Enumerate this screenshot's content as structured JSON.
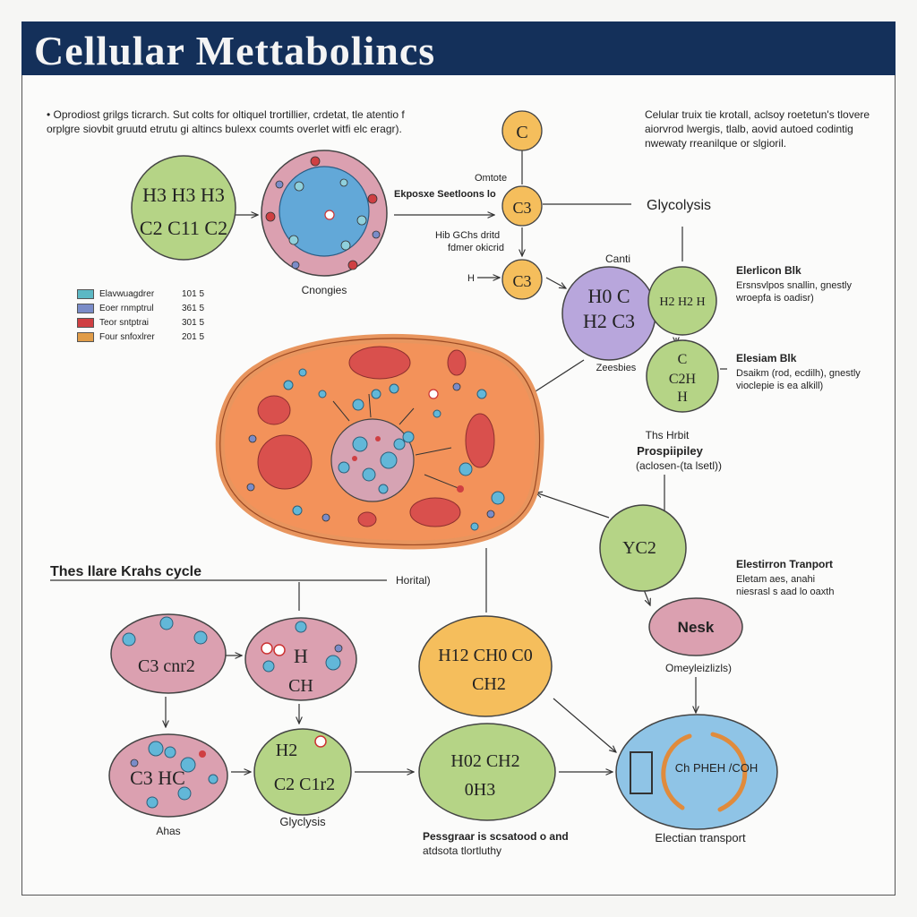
{
  "title": "Cellular Mettabolincs",
  "intro": {
    "bullet": "•",
    "text": "Oprodiost grilgs ticrarch. Sut colts for oltiquel trortillier, crdetat, tle atentio f orplgre siovbit gruutd etrutu gi altincs bulexx coumts overlet witfi elc eragr)."
  },
  "top_right_note": "Celular truix tie krotall, aclsoy roetetun's tlovere aiorvrod lwergis, tlalb, aovid autoed codintig nwewaty rreanilque or slgioril.",
  "legend": [
    {
      "label": "Elavwuagdrer",
      "value": "101 5",
      "color": "#5cb8c4"
    },
    {
      "label": "Eoer rnmptrul",
      "value": "361 5",
      "color": "#7a8cc8"
    },
    {
      "label": "Teor sntptrai",
      "value": "301 5",
      "color": "#cf3f42"
    },
    {
      "label": "Four snfoxlrer",
      "value": "201 5",
      "color": "#e09c48"
    }
  ],
  "nodes": {
    "top_left_formula_1": "H3 H3 H3",
    "top_left_formula_2": "C2 C11 C2",
    "organelle_caption": "Cnongies",
    "arrow_label": "Ekposxe Seetloons lo",
    "chain_c1": "C",
    "chain_c2": "C3",
    "chain_c3": "C3",
    "chain_c2_label": "Omtote",
    "chain_side_label_1": "Hib GChs dritd",
    "chain_side_label_2": "fdmer okicrid",
    "chain_h": "H",
    "glycolysis_label": "Glycolysis",
    "purple_top": "Canti",
    "purple_l1": "H0 C",
    "purple_l2": "H2 C3",
    "purple_bottom": "Zeesbies",
    "green_small_text": "H2 H2 H",
    "green_lower_l1": "C",
    "green_lower_l2": "C2H",
    "green_lower_l3": "H",
    "electron_1_title": "Elerlicon Blk",
    "electron_1_l1": "Ersnsvlpos snallin, gnestly",
    "electron_1_l2": "wroepfa is oadisr)",
    "electron_2_title": "Elesiam Blk",
    "electron_2_l1": "Dsaikm (rod, ecdilh), gnestly",
    "electron_2_l2": "vioclepie is ea alkill)",
    "prosp_l1": "Ths Hrbit",
    "prosp_l2": "Prospiipiley",
    "prosp_l3": "(aclosen-(ta lsetl))",
    "pc2": "YC2",
    "krebs_title": "Thes llare Krahs cycle",
    "horital": "Horital)",
    "pink_1": "C3 cnr2",
    "pink_2_l1": "H",
    "pink_2_l2": "CH",
    "pink_3": "C3 HC",
    "pink_3_caption": "Ahas",
    "green_4_l1": "H2",
    "green_4_l2": "C2 C1r2",
    "green_4_caption": "Glyclysis",
    "orange_l1": "H12 CH0 C0",
    "orange_l2": "CH2",
    "green_5_l1": "H02 CH2",
    "green_5_l2": "0H3",
    "green_5_caption_1": "Pessgraar is scsatood o and",
    "green_5_caption_2": "atdsota tlortluthy",
    "et_title": "Elestirron Tranport",
    "et_l1": "Eletam aes, anahi",
    "et_l2": "niesrasl s aad lo oaxth",
    "nesk": "Nesk",
    "nesk_caption": "Omeyleizlizls)",
    "blue_formula": "Ch PHEH /COH",
    "blue_caption": "Electian transport"
  },
  "colors": {
    "banner": "#14305a",
    "green": "#b5d486",
    "orange_node": "#f5be5c",
    "purple": "#b8a6dc",
    "pink": "#dba0b0",
    "cell_fill": "#f3925a",
    "blue": "#8fc4e6"
  }
}
